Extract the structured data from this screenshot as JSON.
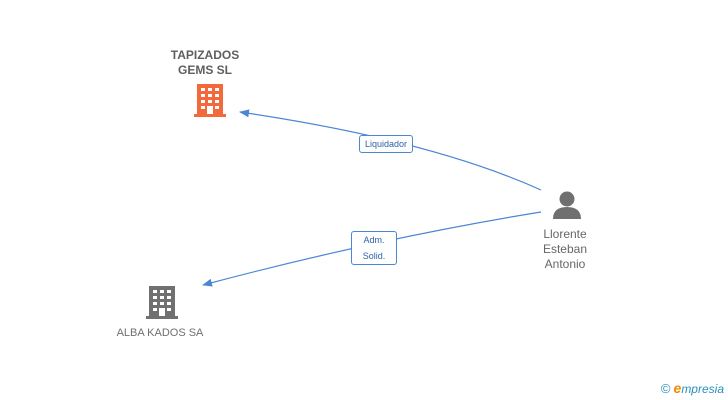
{
  "nodes": {
    "company_main": {
      "name": "TAPIZADOS GEMS SL",
      "name_lines": [
        "TAPIZADOS",
        "GEMS SL"
      ],
      "icon": "building-icon",
      "color": "#f26a3c"
    },
    "company_secondary": {
      "name": "ALBA KADOS SA",
      "icon": "building-icon",
      "color": "#707070"
    },
    "person": {
      "name_lines": [
        "Llorente",
        "Esteban",
        "Antonio"
      ],
      "icon": "person-icon",
      "color": "#707070"
    }
  },
  "edges": [
    {
      "from": "person",
      "to": "company_main",
      "label": "Liquidador"
    },
    {
      "from": "person",
      "to": "company_secondary",
      "label_lines": [
        "Adm.",
        "Solid."
      ]
    }
  ],
  "colors": {
    "edge": "#4a86d4"
  },
  "watermark": {
    "symbol": "©",
    "brand_initial": "e",
    "brand_rest": "mpresia"
  }
}
